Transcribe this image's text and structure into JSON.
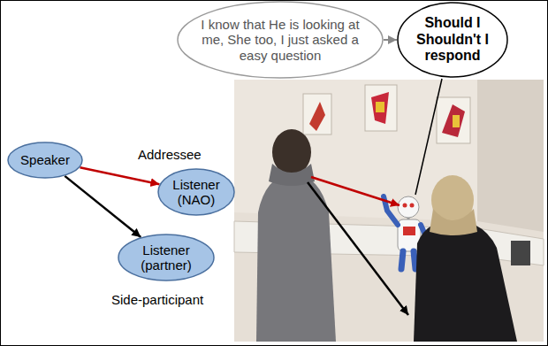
{
  "diagram": {
    "nodes": [
      {
        "text": [
          "I know that He is looking at me, She too, I just asked a easy question"
        ]
      },
      {
        "text": [
          "Should I Shouldn't I respond"
        ]
      },
      {
        "text": [
          "Speaker"
        ]
      },
      {
        "text": [
          "Listener (NAO)"
        ]
      },
      {
        "text": [
          "Listener (partner)"
        ]
      }
    ],
    "edges": [
      {
        "from": 0,
        "to": 1,
        "arrow": "to"
      },
      {
        "from": 2,
        "to": 3,
        "arrow": "to"
      },
      {
        "from": 2,
        "to": 4,
        "arrow": "to"
      }
    ],
    "labels": [
      "Addressee",
      "Side-participant"
    ]
  }
}
